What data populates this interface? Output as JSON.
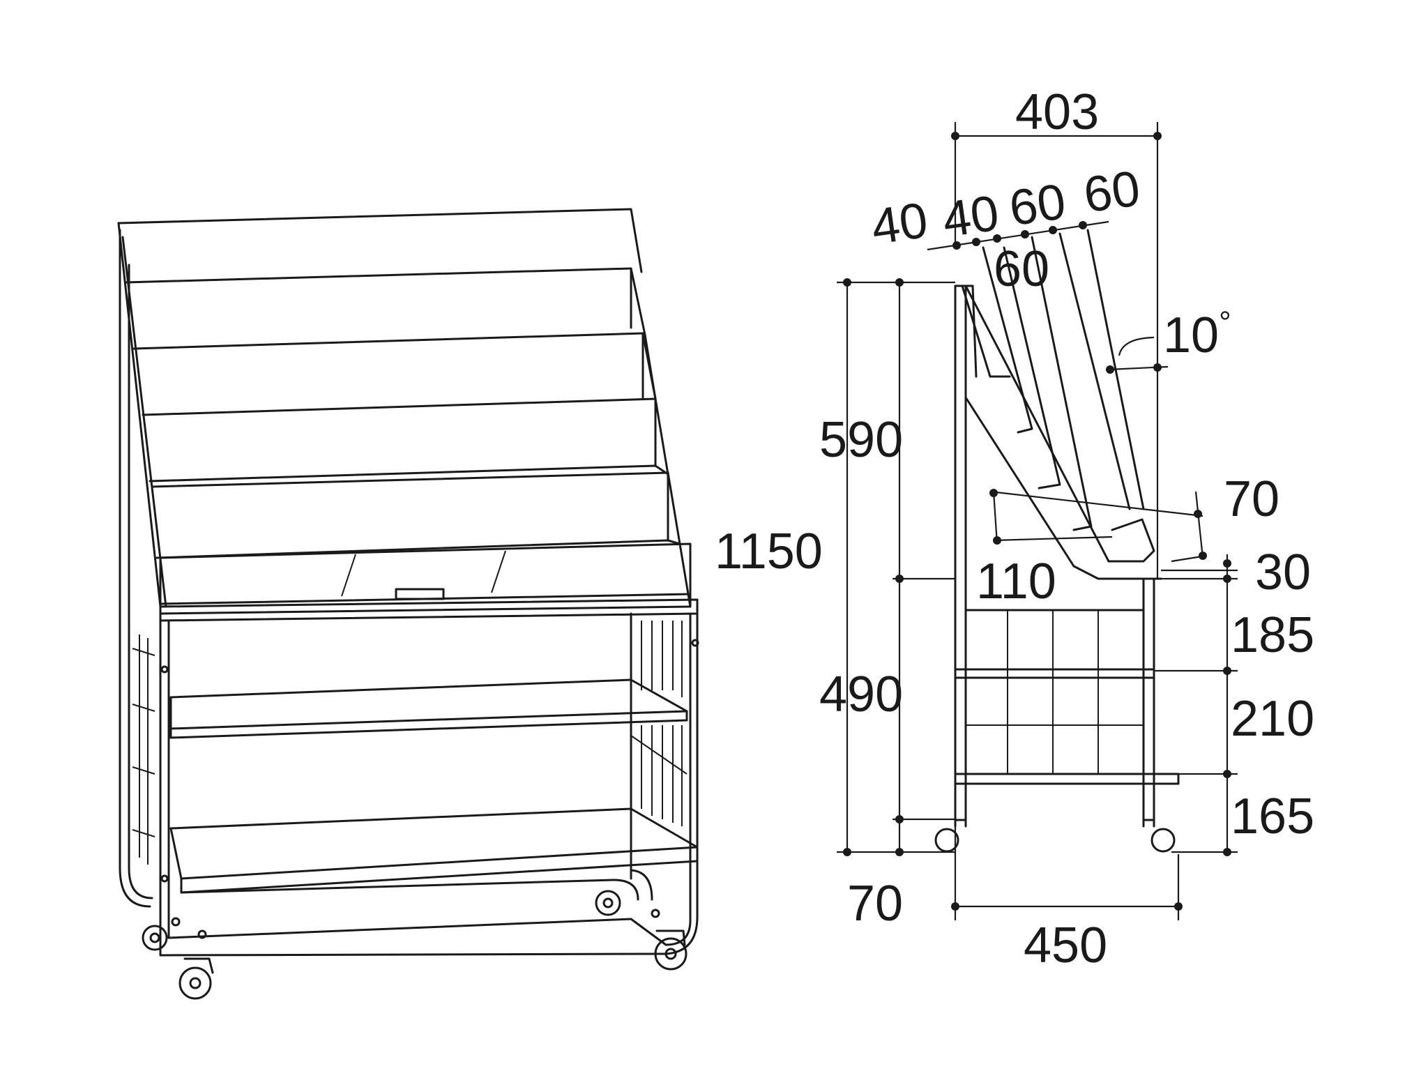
{
  "dimensions": {
    "top_width": "403",
    "shelf_pitch": [
      "40",
      "40",
      "60",
      "60",
      "60"
    ],
    "angle": "10",
    "angle_unit": "°",
    "upper_height": "590",
    "total_height": "1150",
    "lower_height": "490",
    "base_height": "70",
    "bottom_depth": "450",
    "lip_depth": "70",
    "lip_height": "30",
    "tray_depth": "110",
    "shelf_gap_1": "185",
    "shelf_gap_2": "210",
    "shelf_gap_3": "165"
  }
}
